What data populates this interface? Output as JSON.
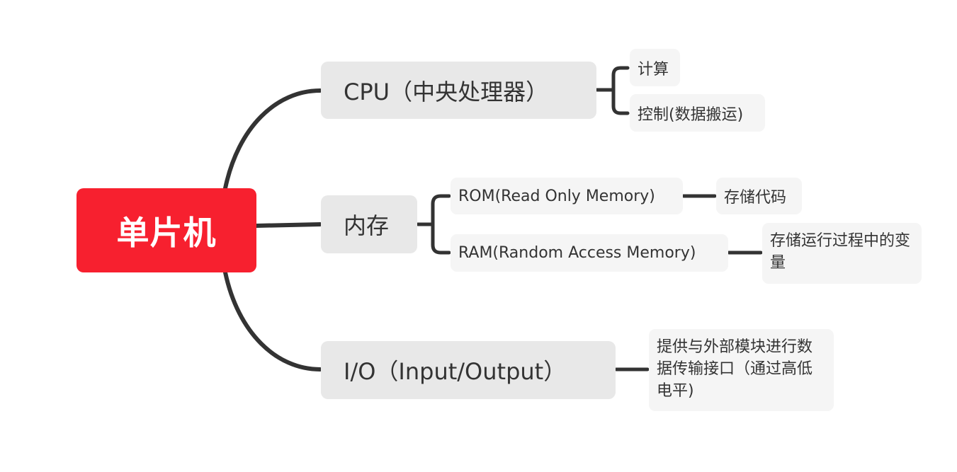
{
  "mindmap": {
    "root": {
      "label": "单片机",
      "color": "#f7202f"
    },
    "branches": [
      {
        "label": "CPU（中央处理器）",
        "children": [
          {
            "label": "计算"
          },
          {
            "label": "控制(数据搬运)"
          }
        ]
      },
      {
        "label": "内存",
        "children": [
          {
            "label": "ROM(Read Only Memory)",
            "children": [
              {
                "label": "存储代码"
              }
            ]
          },
          {
            "label": "RAM(Random Access Memory)",
            "children": [
              {
                "label": "存储运行过程中的变量"
              }
            ]
          }
        ]
      },
      {
        "label": "I/O（Input/Output）",
        "children": [
          {
            "label": "提供与外部模块进行数据传输接口（通过高低电平)"
          }
        ]
      }
    ],
    "colors": {
      "connector": "#333333",
      "main_node_bg": "#e8e8e8",
      "sub_node_bg": "#f5f5f5",
      "text": "#333333",
      "root_text": "#ffffff"
    }
  }
}
